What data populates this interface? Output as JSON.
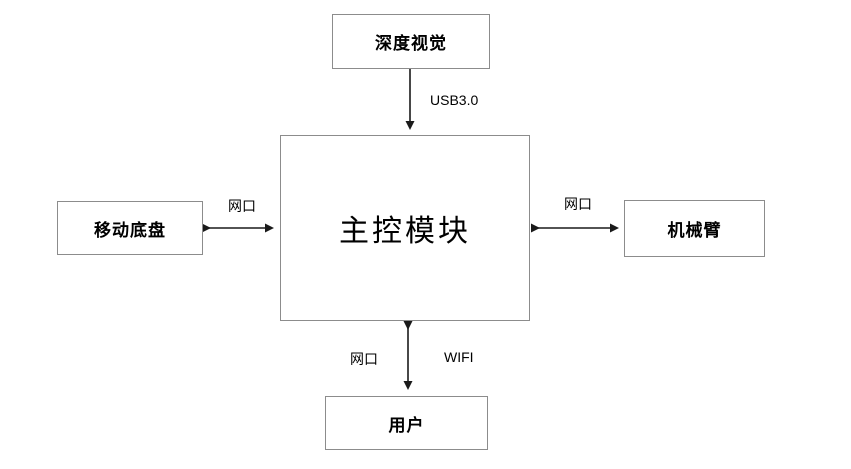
{
  "diagram": {
    "title": "robot-system-block-diagram",
    "nodes": {
      "depth_vision": {
        "label": "深度视觉"
      },
      "main_control": {
        "label": "主控模块"
      },
      "mobile_chassis": {
        "label": "移动底盘"
      },
      "robot_arm": {
        "label": "机械臂"
      },
      "user": {
        "label": "用户"
      }
    },
    "edges": {
      "vision_to_main": {
        "label": "USB3.0",
        "type": "single-arrow-down"
      },
      "chassis_to_main": {
        "label": "网口",
        "type": "double-arrow"
      },
      "main_to_arm": {
        "label": "网口",
        "type": "double-arrow"
      },
      "main_to_user_left": {
        "label": "网口",
        "type": "double-arrow"
      },
      "main_to_user_right": {
        "label": "WIFI",
        "type": "double-arrow"
      }
    },
    "colors": {
      "box_border": "#8c8c8c",
      "line": "#1a1a1a",
      "background": "#ffffff"
    }
  }
}
